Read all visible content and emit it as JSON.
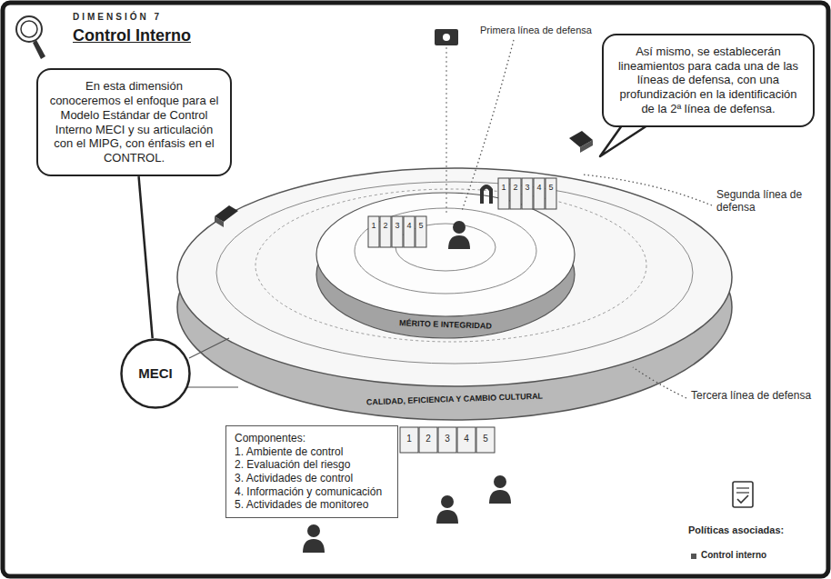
{
  "diagram": {
    "title": "Control Interno",
    "nodes": [
      {
        "text": [
          "En esta dimensión conoceremos el enfoque para el Modelo Estándar de Control Interno MECI y su articulación con el MIPG, con énfasis en el CONTROL."
        ]
      },
      {
        "text": [
          "MECI"
        ]
      },
      {
        "text": [
          "Así mismo, se establecerán lineamientos para cada una de las líneas de defensa, con una profundización en la identificación de la 2ª línea de defensa."
        ]
      },
      {
        "text": [
          "Componentes:",
          "1. Ambiente de control",
          "2. Evaluación del riesgo",
          "3. Actividades de control",
          "4. Información y comunicación",
          "5. Actividades de monitoreo"
        ]
      }
    ],
    "edges": [
      {
        "from": 0,
        "to": 1,
        "arrow": "none"
      }
    ],
    "labels": [
      "DIMENSIÓN 7",
      "Primera línea de defensa",
      "Segunda línea de defensa",
      "Tercera línea de defensa",
      "MÉRITO E INTEGRIDAD",
      "CALIDAD, EFICIENCIA Y CAMBIO CULTURAL",
      "1",
      "2",
      "3",
      "4",
      "5",
      "1",
      "2",
      "3",
      "4",
      "5",
      "1",
      "2",
      "3",
      "4",
      "5",
      "Políticas asociadas:",
      "Control interno"
    ]
  }
}
